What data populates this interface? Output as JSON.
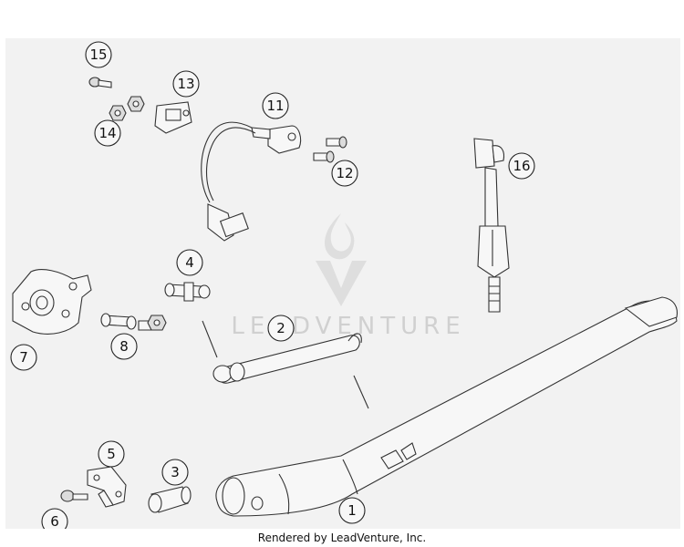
{
  "watermark": {
    "brand_text": "LEADVENTURE"
  },
  "footer": {
    "credit": "Rendered by LeadVenture, Inc."
  },
  "callouts": {
    "c1": "1",
    "c2": "2",
    "c3": "3",
    "c4": "4",
    "c5": "5",
    "c6": "6",
    "c7": "7",
    "c8": "8",
    "c11": "11",
    "c12": "12",
    "c13": "13",
    "c14": "14",
    "c15": "15",
    "c16": "16"
  }
}
